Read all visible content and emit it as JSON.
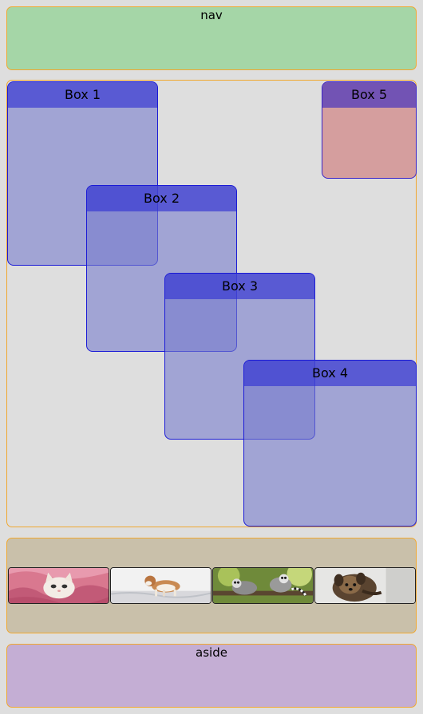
{
  "nav": {
    "label": "nav"
  },
  "aside": {
    "label": "aside"
  },
  "boxes": [
    {
      "label": "Box 1"
    },
    {
      "label": "Box 2"
    },
    {
      "label": "Box 3"
    },
    {
      "label": "Box 4"
    },
    {
      "label": "Box 5"
    }
  ],
  "gallery": {
    "images": [
      {
        "subject": "kitten-on-pink-blanket"
      },
      {
        "subject": "puppy-running-on-snow"
      },
      {
        "subject": "lemurs-on-branch"
      },
      {
        "subject": "yorkshire-terrier"
      }
    ]
  }
}
